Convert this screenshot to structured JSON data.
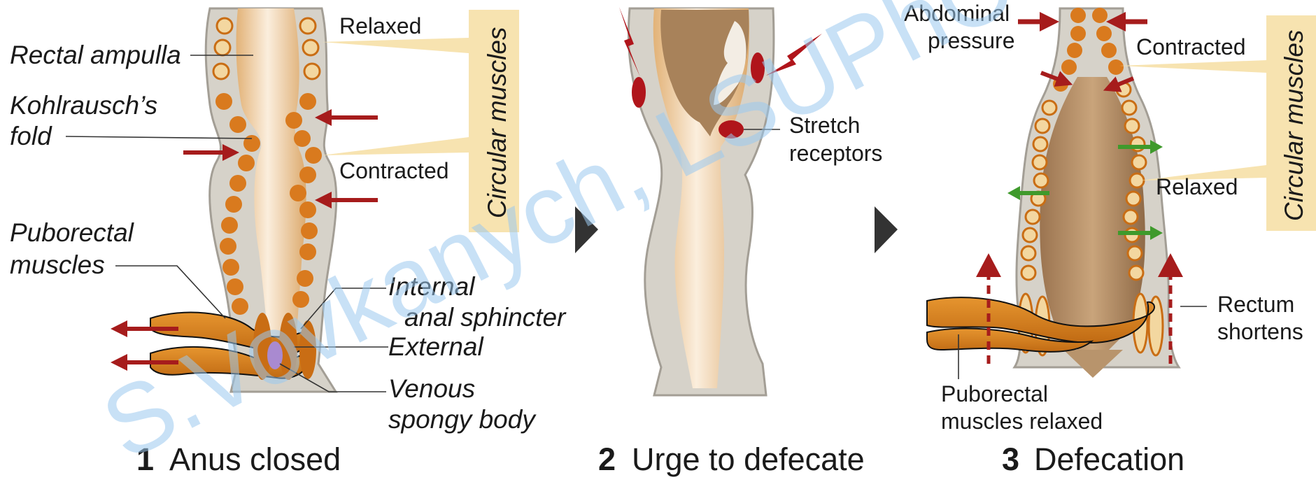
{
  "colors": {
    "tissue": "#d6d2c9",
    "tissue_edge": "#a39e95",
    "muscle": "#d97a1e",
    "muscle_ring": "#c96d14",
    "arrow_red": "#a61c1c",
    "arrow_green": "#3f9a2c",
    "label_box": "#f7e3b0",
    "watermark": "#9ac9ee",
    "lumen": "#e9c08a",
    "stool": "#a8825a"
  },
  "panel1": {
    "caption_num": "1",
    "caption_text": "Anus closed",
    "labels": {
      "rectal_ampulla": "Rectal ampulla",
      "kohlrausch_1": "Kohlrausch’s",
      "kohlrausch_2": "fold",
      "puborectal_1": "Puborectal",
      "puborectal_2": "muscles",
      "internal_1": "Internal",
      "internal_2": "anal sphincter",
      "external": "External",
      "venous_1": "Venous",
      "venous_2": "spongy body",
      "relaxed": "Relaxed",
      "contracted": "Contracted",
      "circular_muscles": "Circular muscles"
    }
  },
  "panel2": {
    "caption_num": "2",
    "caption_text": "Urge to defecate",
    "labels": {
      "stretch_1": "Stretch",
      "stretch_2": "receptors"
    }
  },
  "panel3": {
    "caption_num": "3",
    "caption_text": "Defecation",
    "labels": {
      "abdominal_1": "Abdominal",
      "abdominal_2": "pressure",
      "contracted": "Contracted",
      "relaxed": "Relaxed",
      "circular_muscles": "Circular muscles",
      "rectum_1": "Rectum",
      "rectum_2": "shortens",
      "puborectal_relaxed_1": "Puborectal",
      "puborectal_relaxed_2": "muscles relaxed"
    }
  },
  "watermark": "S.Vovkanych, LSUPhC"
}
